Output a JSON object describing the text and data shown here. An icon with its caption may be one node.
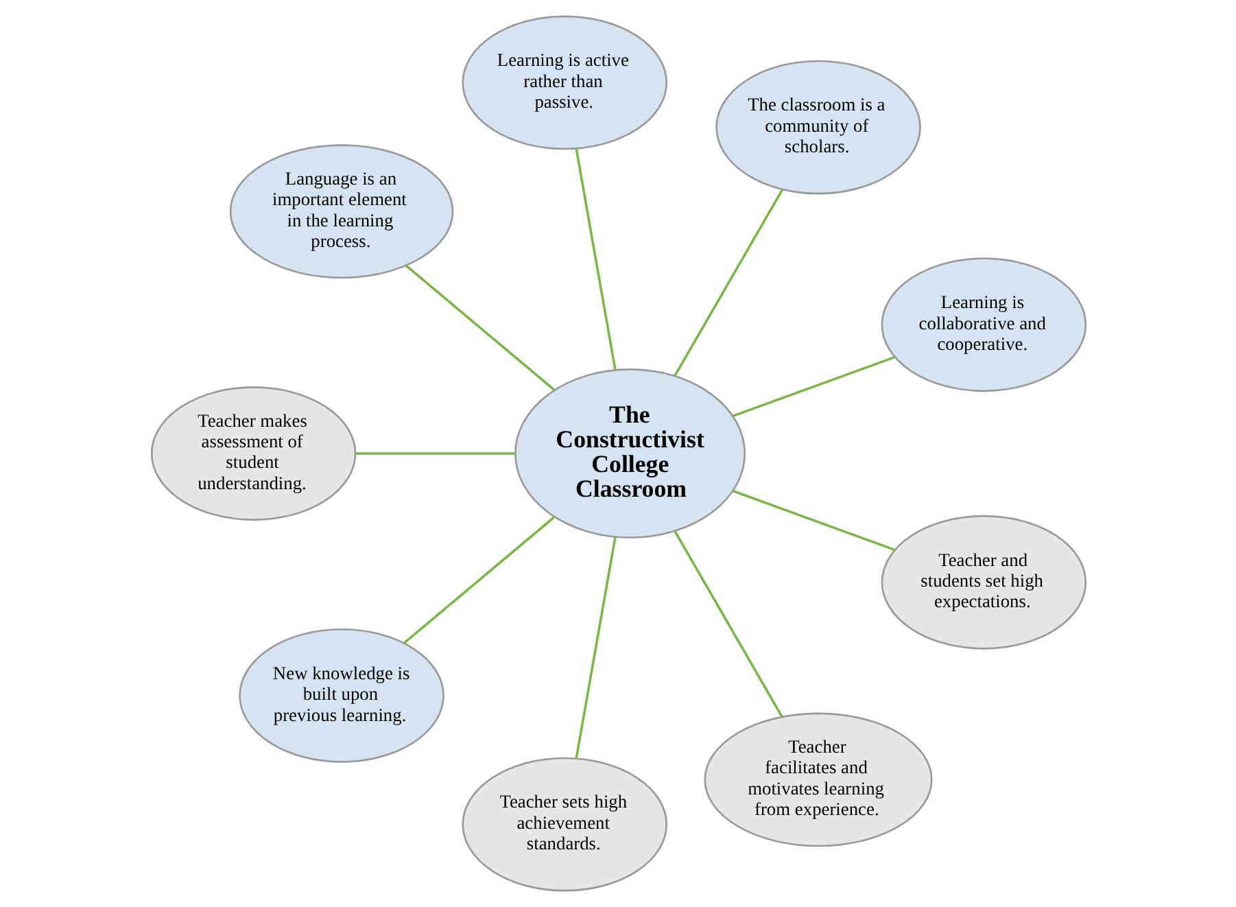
{
  "diagram": {
    "nodes": [
      {
        "text": [
          "The Constructivist College Classroom"
        ]
      },
      {
        "text": [
          "Learning is collaborative and cooperative."
        ]
      },
      {
        "text": [
          "The classroom is a community of scholars."
        ]
      },
      {
        "text": [
          "Learning is active rather than passive."
        ]
      },
      {
        "text": [
          "Language is an important element in the learning process."
        ]
      },
      {
        "text": [
          "Teacher makes assessment of student understanding."
        ]
      },
      {
        "text": [
          "New knowledge is built upon previous learning."
        ]
      },
      {
        "text": [
          "Teacher sets high achievement standards."
        ]
      },
      {
        "text": [
          "Teacher facilitates and motivates learning from experience."
        ]
      },
      {
        "text": [
          "Teacher and students set high expectations."
        ]
      }
    ],
    "edges": [
      {
        "from": 0,
        "to": 1,
        "arrow": "none"
      },
      {
        "from": 0,
        "to": 2,
        "arrow": "none"
      },
      {
        "from": 0,
        "to": 3,
        "arrow": "none"
      },
      {
        "from": 0,
        "to": 5,
        "arrow": "none"
      },
      {
        "from": 0,
        "to": 7,
        "arrow": "none"
      },
      {
        "from": 0,
        "to": 8,
        "arrow": "none"
      },
      {
        "from": 0,
        "to": 9,
        "arrow": "none"
      },
      {
        "from": 0,
        "to": 6,
        "arrow": "none"
      },
      {
        "from": 0,
        "to": 4,
        "arrow": "none"
      }
    ]
  }
}
